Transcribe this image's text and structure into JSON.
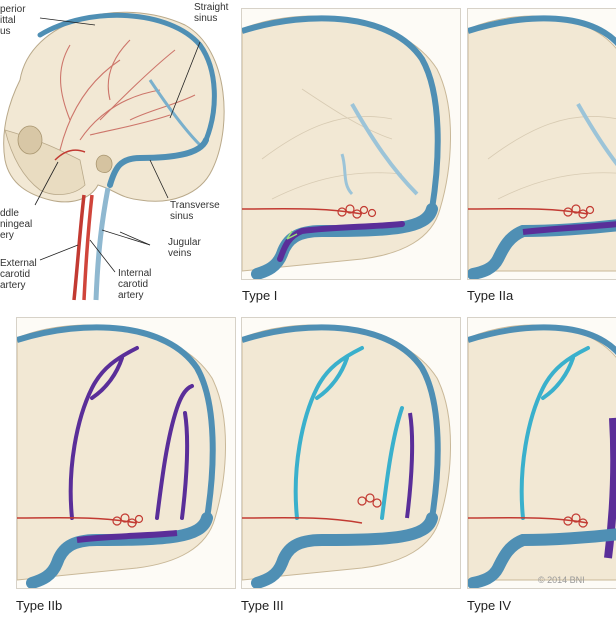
{
  "anatomy": {
    "labels": {
      "superior_sagittal_sinus": "perior\nittal\nus",
      "straight_sinus": "Straight\nsinus",
      "middle_meningeal_artery": "ddle\nningeal\nery",
      "transverse_sinus": "Transverse\nsinus",
      "jugular_veins": "Jugular\nveins",
      "external_carotid_artery": "External\ncarotid\nartery",
      "internal_carotid_artery": "Internal\ncarotid\nartery"
    }
  },
  "panels": [
    {
      "id": "type-i",
      "caption": "Type I"
    },
    {
      "id": "type-iia",
      "caption": "Type IIa"
    },
    {
      "id": "type-iib",
      "caption": "Type IIb"
    },
    {
      "id": "type-iii",
      "caption": "Type III"
    },
    {
      "id": "type-iv",
      "caption": "Type IV"
    }
  ],
  "copyright": "© 2014 BNI",
  "colors": {
    "skull": "#f2e8d4",
    "sinus": "#4f8fb4",
    "artery": "#c23a32",
    "drainage": "#5a2e99",
    "cortical_vein": "#3ab0cc"
  }
}
